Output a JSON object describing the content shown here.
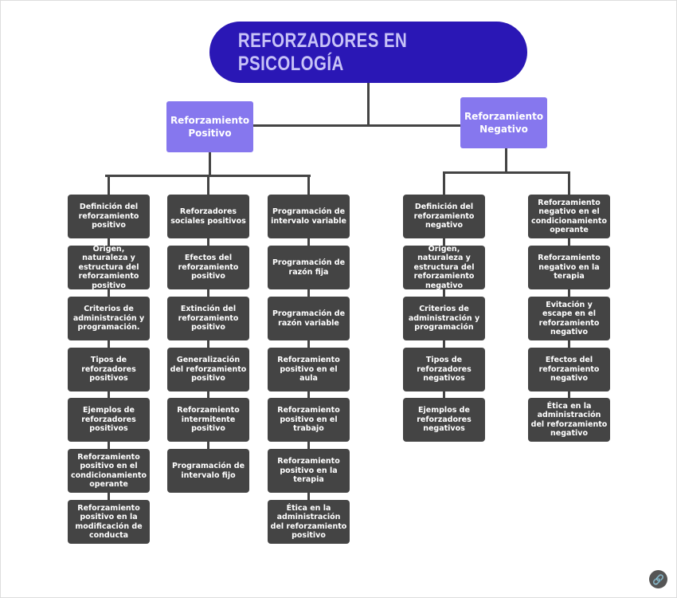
{
  "title": "REFORZADORES EN PSICOLOGÍA",
  "positive": {
    "label": "Reforzamiento Positivo",
    "columns": [
      [
        "Definición del reforzamiento positivo",
        "Origen, naturaleza y estructura del reforzamiento positivo",
        "Criterios de administración y programación.",
        "Tipos de reforzadores positivos",
        "Ejemplos de reforzadores positivos",
        "Reforzamiento positivo en el condicionamiento operante",
        "Reforzamiento positivo en la modificación de conducta"
      ],
      [
        "Reforzadores sociales positivos",
        "Efectos del reforzamiento positivo",
        "Extinción del reforzamiento positivo",
        "Generalización del reforzamiento positivo",
        "Reforzamiento intermitente positivo",
        "Programación de intervalo fijo"
      ],
      [
        "Programación de intervalo variable",
        "Programación de razón fija",
        "Programación de razón variable",
        "Reforzamiento positivo en el aula",
        "Reforzamiento positivo en el trabajo",
        "Reforzamiento positivo en la terapia",
        "Ética en la administración del reforzamiento positivo"
      ]
    ]
  },
  "negative": {
    "label": "Reforzamiento Negativo",
    "columns": [
      [
        "Definición del reforzamiento negativo",
        "Origen, naturaleza y estructura del reforzamiento negativo",
        "Criterios de administración y programación",
        "Tipos de reforzadores negativos",
        "Ejemplos de reforzadores negativos"
      ],
      [
        "Reforzamiento negativo en el condicionamiento operante",
        "Reforzamiento negativo en la terapia",
        "Evitación y escape en el reforzamiento negativo",
        "Efectos del reforzamiento negativo",
        "Ética en la administración del reforzamiento negativo"
      ]
    ]
  },
  "link_icon": "link-icon"
}
